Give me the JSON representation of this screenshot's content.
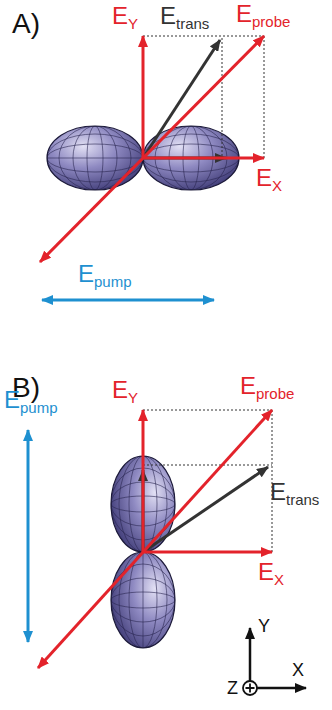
{
  "diagram": {
    "labels": [
      "A)",
      "EY",
      "Etrans",
      "Eprobe",
      "EX",
      "Epump",
      "B)",
      "EY",
      "Eprobe",
      "Etrans",
      "EX",
      "Epump",
      "Y",
      "X",
      "Z"
    ]
  }
}
